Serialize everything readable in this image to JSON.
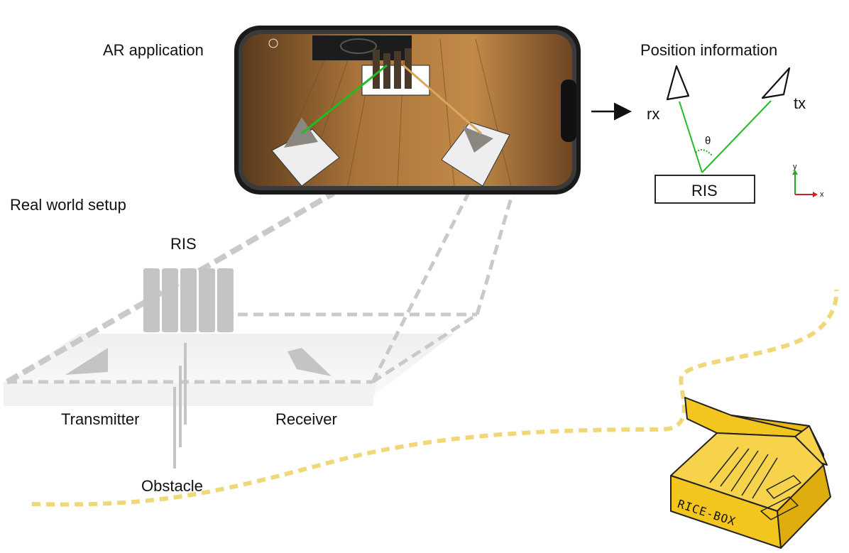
{
  "labels": {
    "ar_application": "AR application",
    "position_information": "Position information",
    "real_world_setup": "Real world setup",
    "ris_top": "RIS",
    "transmitter": "Transmitter",
    "receiver": "Receiver",
    "obstacle": "Obstacle",
    "rx": "rx",
    "tx": "tx",
    "theta": "θ",
    "ris_box": "RIS",
    "axis_y": "y",
    "axis_x": "x",
    "box_text": "RICE-BOX"
  },
  "colors": {
    "gray_dash": "#c9c9c9",
    "yellow_dash": "#f0d778",
    "beam_green": "#22bb22",
    "phone_frame": "#1a1a1a",
    "wood": "#b07a3c",
    "box_yellow": "#f3c51f",
    "axis_red": "#cc2222",
    "axis_green": "#22aa22"
  }
}
